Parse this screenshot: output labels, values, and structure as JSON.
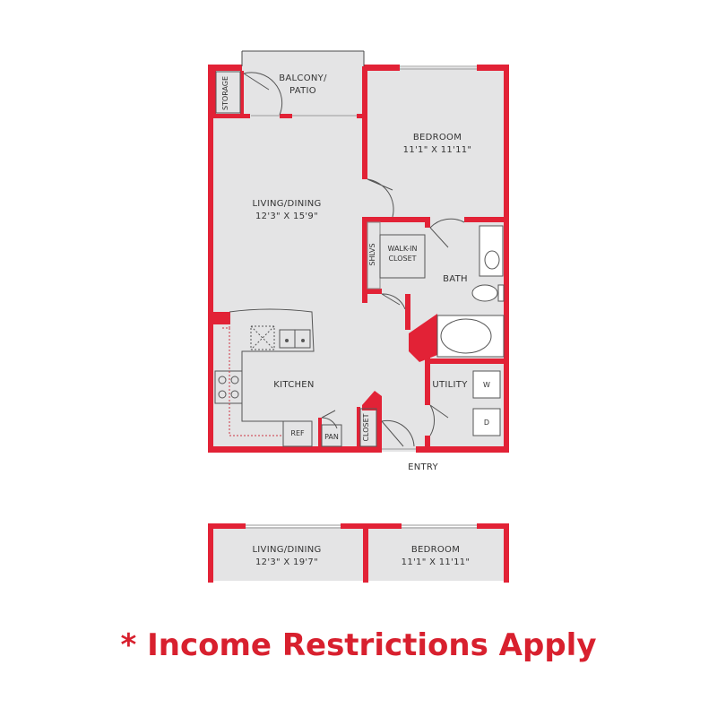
{
  "colors": {
    "wall": "#e22236",
    "floor": "#e4e4e5",
    "fixture": "#e22236",
    "label": "#333333",
    "notice": "#d8202e"
  },
  "rooms": {
    "balcony": {
      "line1": "BALCONY/",
      "line2": "PATIO"
    },
    "storage": "STORAGE",
    "bedroom": {
      "name": "BEDROOM",
      "dims": "11'1\" X 11'11\""
    },
    "living": {
      "name": "LIVING/DINING",
      "dims": "12'3\" X 15'9\""
    },
    "shlvs": "SHLVS",
    "walkin": {
      "line1": "WALK-IN",
      "line2": "CLOSET"
    },
    "bath": "BATH",
    "utility": "UTILITY",
    "washer": "W",
    "dryer": "D",
    "kitchen": "KITCHEN",
    "ref": "REF",
    "pan": "PAN",
    "closet": "CLOSET",
    "entry": "ENTRY"
  },
  "alt_plan": {
    "living": {
      "name": "LIVING/DINING",
      "dims": "12'3\" X 19'7\""
    },
    "bedroom": {
      "name": "BEDROOM",
      "dims": "11'1\" X 11'11\""
    }
  },
  "notice": "* Income Restrictions Apply"
}
